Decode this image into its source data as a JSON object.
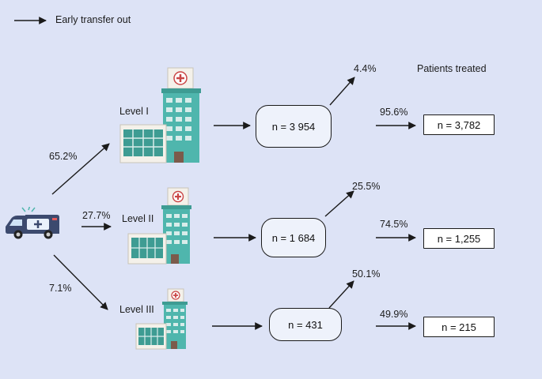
{
  "legend": {
    "label": "Early transfer out"
  },
  "header": {
    "treated_label": "Patients treated"
  },
  "origin": {
    "icon": "ambulance-icon"
  },
  "levels": [
    {
      "label": "Level I",
      "share": "65.2%",
      "count": "n = 3 954",
      "transfer_pct": "4.4%",
      "treated_pct": "95.6%",
      "treated": "n = 3,782",
      "icon": "hospital-icon"
    },
    {
      "label": "Level II",
      "share": "27.7%",
      "count": "n = 1 684",
      "transfer_pct": "25.5%",
      "treated_pct": "74.5%",
      "treated": "n = 1,255",
      "icon": "hospital-icon"
    },
    {
      "label": "Level III",
      "share": "7.1%",
      "count": "n = 431",
      "transfer_pct": "50.1%",
      "treated_pct": "49.9%",
      "treated": "n = 215",
      "icon": "hospital-icon"
    }
  ],
  "colors": {
    "background": "#dde3f6",
    "node_fill": "#eef2fb",
    "teal": "#4fb6ad",
    "ambulance": "#3c4a6e"
  }
}
